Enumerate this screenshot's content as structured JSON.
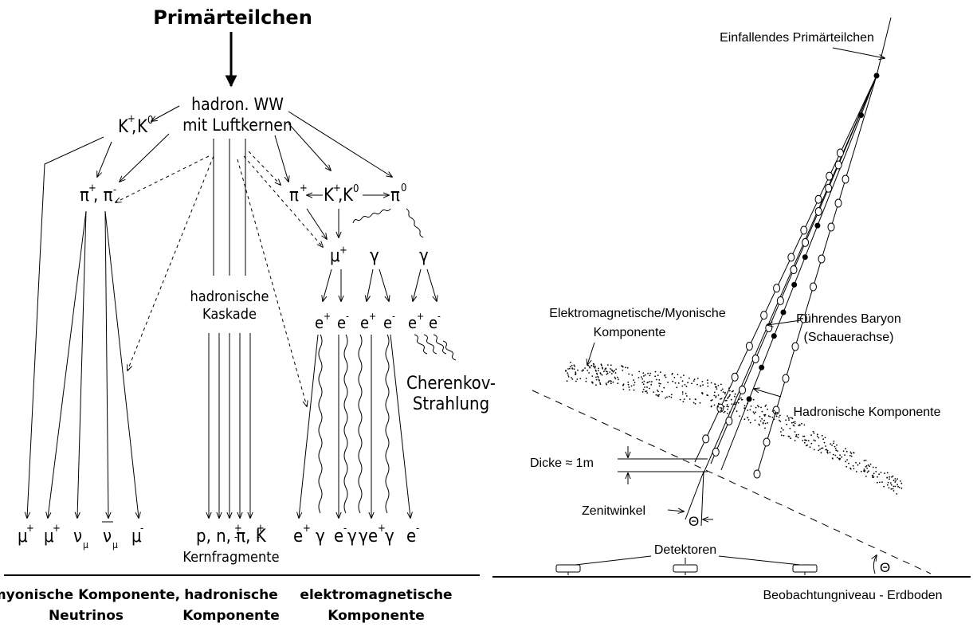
{
  "left": {
    "title": "Primärteilchen",
    "interaction_line1": "hadron. WW",
    "interaction_line2": "mit Luftkernen",
    "kaon_left": "K",
    "kaon_left_sup1": "+",
    "kaon_left_sup0": "0",
    "pion_left": "π",
    "pion_left_comma": ", π",
    "pion_left_sup_plus": "+",
    "pion_left_sup_minus": "-",
    "pion_right": "π",
    "pion_right_sup": "+",
    "kaon_right": "K",
    "kaon_right_sup1": "+",
    "kaon_right_sup0": "0",
    "pion_zero": "π",
    "pion_zero_sup": "0",
    "muon_mid": "μ",
    "muon_mid_sup": "+",
    "gamma": "γ",
    "cascade_line1": "hadronische",
    "cascade_line2": "Kaskade",
    "e": "e",
    "sup_plus": "+",
    "sup_minus": "-",
    "cherenkov_line1": "Cherenkov-",
    "cherenkov_line2": "Strahlung",
    "bottom_mu": "μ",
    "bottom_nu": "ν",
    "bottom_nu_sub": "μ",
    "hadron_products": "p, n, π, K",
    "kernfragmente": "Kernfragmente",
    "em_bottom_e": "e",
    "label_myon_line1": "myonische Komponente,",
    "label_myon_line2": "Neutrinos",
    "label_hadron_line1": "hadronische",
    "label_hadron_line2": "Komponente",
    "label_em_line1": "elektromagnetische",
    "label_em_line2": "Komponente"
  },
  "right": {
    "incoming": "Einfallendes Primärteilchen",
    "em_myon_line1": "Elektromagnetische/Myonische",
    "em_myon_line2": "Komponente",
    "baryon_line1": "Führendes Baryon",
    "baryon_line2": "(Schauerachse)",
    "hadronic": "Hadronische Komponente",
    "thickness": "Dicke ≈ 1m",
    "zenith": "Zenitwinkel",
    "theta": "Θ",
    "detectors": "Detektoren",
    "ground": "Beobachtungniveau - Erdboden"
  }
}
